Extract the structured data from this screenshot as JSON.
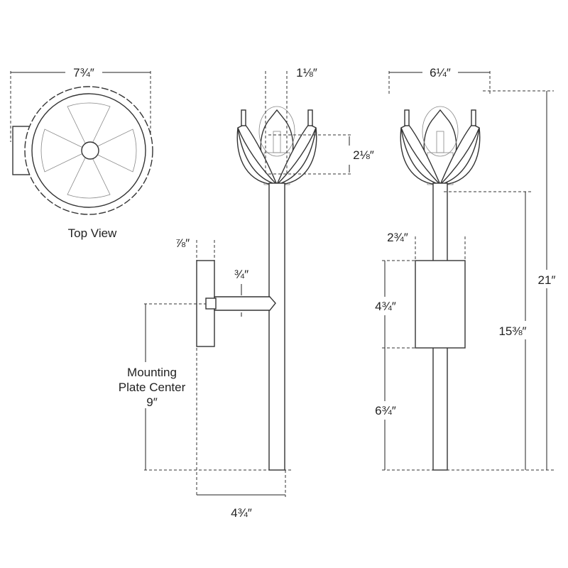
{
  "top_view": {
    "title": "Top View",
    "width_dim": "7¾″"
  },
  "side_view": {
    "bulb_width_dim": "1⅛″",
    "bulb_height_dim": "2⅛″",
    "backplate_depth_dim": "⅞″",
    "arm_height_dim": "¾″",
    "mounting_label_line1": "Mounting",
    "mounting_label_line2": "Plate Center",
    "mounting_height_dim": "9″",
    "extension_dim": "4¾″"
  },
  "front_view": {
    "shade_width_dim": "6¼″",
    "overall_height_dim": "21″",
    "stem_height_dim": "15⅜″",
    "backplate_width_dim": "2¾″",
    "backplate_height_dim": "4¾″",
    "backplate_bottom_dim": "6¾″"
  }
}
